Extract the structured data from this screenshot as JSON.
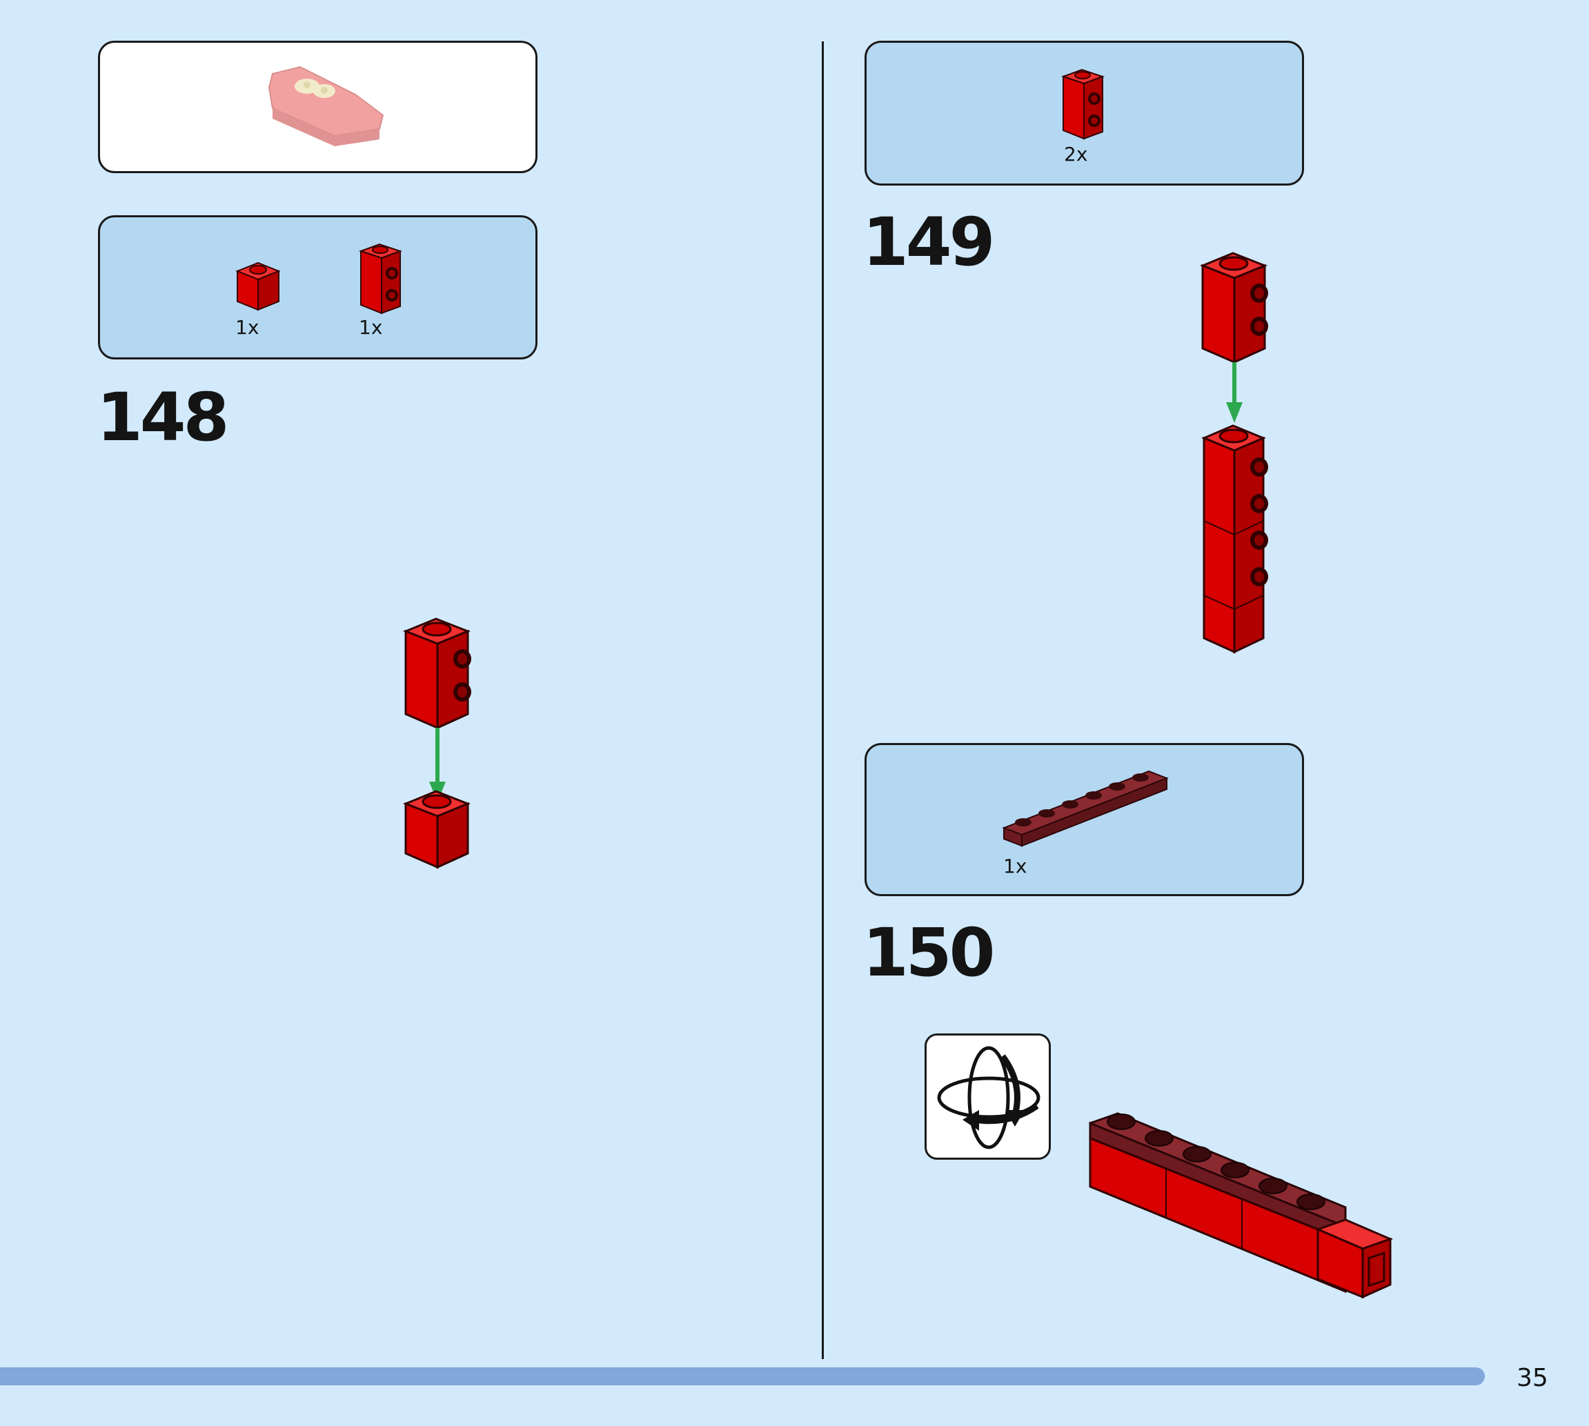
{
  "page": {
    "number": "35"
  },
  "left_column": {
    "submodel_preview": {
      "icon": "red-boat-assembly-preview"
    },
    "parts_box": {
      "parts": [
        {
          "icon": "red-1x1-brick",
          "qty": "1x"
        },
        {
          "icon": "red-1x1x2-brick-with-side-studs",
          "qty": "1x"
        }
      ]
    },
    "step": {
      "number": "148",
      "icons": [
        "red-1x1x2-brick-with-side-studs",
        "green-down-arrow",
        "red-1x1-brick"
      ]
    }
  },
  "right_column": {
    "parts_box_1": {
      "parts": [
        {
          "icon": "red-1x1x2-brick-with-side-studs",
          "qty": "2x"
        }
      ]
    },
    "step_1": {
      "number": "149",
      "icons": [
        "red-1x1x2-brick-with-side-studs",
        "green-down-arrow",
        "red-stacked-column"
      ]
    },
    "parts_box_2": {
      "parts": [
        {
          "icon": "dark-red-1x6-plate",
          "qty": "1x"
        }
      ]
    },
    "step_2": {
      "number": "150",
      "icons": [
        "rotate-model-icon",
        "red-horizontal-assembly-with-dark-red-plate"
      ]
    }
  },
  "colors": {
    "background": "#d2eafb",
    "parts_box": "#b4d8f2",
    "brick_red": "#dd0000",
    "dark_red": "#7a1d22",
    "arrow_green": "#2ea84f",
    "progress_bar": "#82a7d9"
  }
}
